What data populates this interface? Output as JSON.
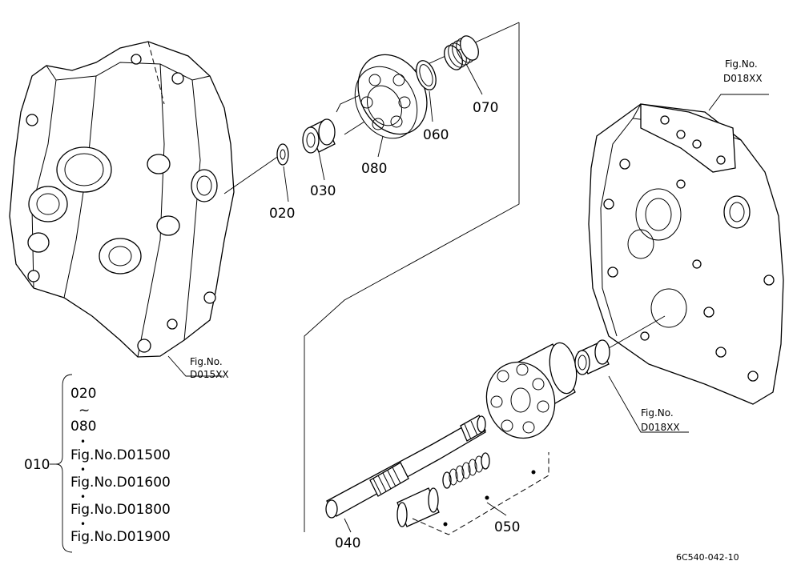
{
  "labels": {
    "p020": "020",
    "p030": "030",
    "p040": "040",
    "p050": "050",
    "p060": "060",
    "p070": "070",
    "p080": "080"
  },
  "fig_refs": {
    "left_housing": {
      "line1": "Fig.No.",
      "line2": "D015XX"
    },
    "right_housing": {
      "line1": "Fig.No.",
      "line2": "D018XX"
    },
    "bearing": {
      "line1": "Fig.No.",
      "line2": "D018XX"
    }
  },
  "legend": {
    "assembly": "010",
    "range_start": "020",
    "range_tilde": "~",
    "range_end": "080",
    "bullet": "•",
    "refs": [
      "Fig.No.D01500",
      "Fig.No.D01600",
      "Fig.No.D01800",
      "Fig.No.D01900"
    ]
  },
  "drawing_code": "6C540-042-10"
}
